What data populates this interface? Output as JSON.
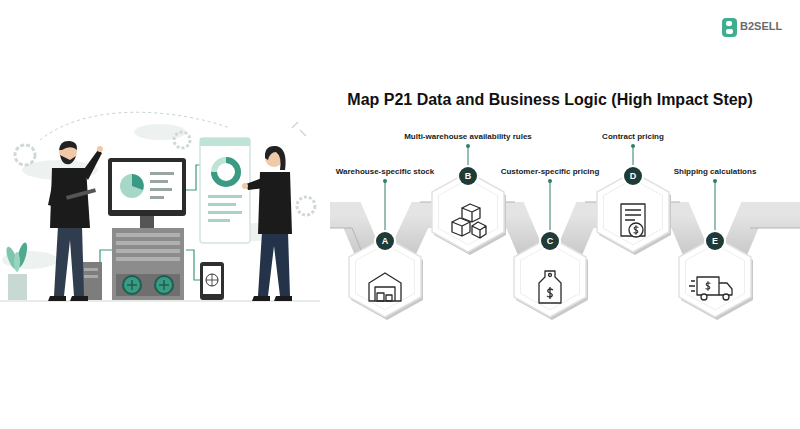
{
  "diagram": {
    "title": "Map P21 Data and Business Logic (High Impact Step)",
    "nodes": [
      {
        "text": [
          "Warehouse-specific stock",
          "A"
        ]
      },
      {
        "text": [
          "Multi-warehouse availability rules",
          "B"
        ]
      },
      {
        "text": [
          "Customer-specific pricing",
          "C"
        ]
      },
      {
        "text": [
          "Contract pricing",
          "D"
        ]
      },
      {
        "text": [
          "Shipping calculations",
          "E"
        ]
      }
    ],
    "labels": [
      "B2SELL"
    ]
  }
}
